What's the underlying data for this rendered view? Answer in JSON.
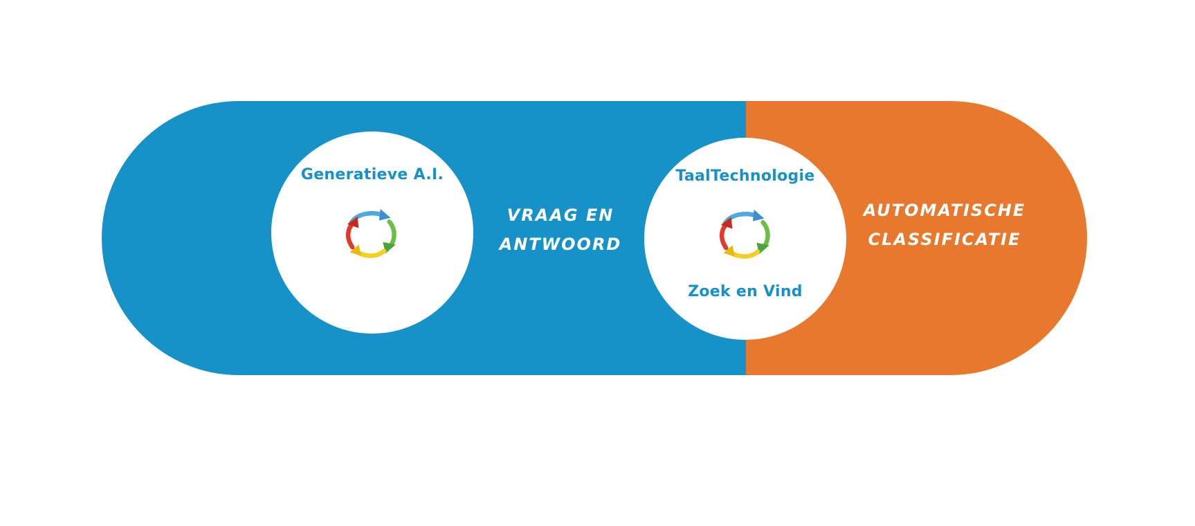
{
  "colors": {
    "blue": "#1692c8",
    "orange": "#e8782d",
    "white": "#ffffff"
  },
  "left_circle": {
    "label": "Generatieve A.I.",
    "icon": "circular-arrows-icon"
  },
  "middle_text": {
    "line1": "VRAAG EN",
    "line2": "ANTWOORD"
  },
  "right_circle": {
    "top_label": "TaalTechnologie",
    "bottom_label": "Zoek en Vind",
    "icon": "circular-arrows-icon"
  },
  "right_text": {
    "line1": "AUTOMATISCHE",
    "line2": "CLASSIFICATIE"
  }
}
